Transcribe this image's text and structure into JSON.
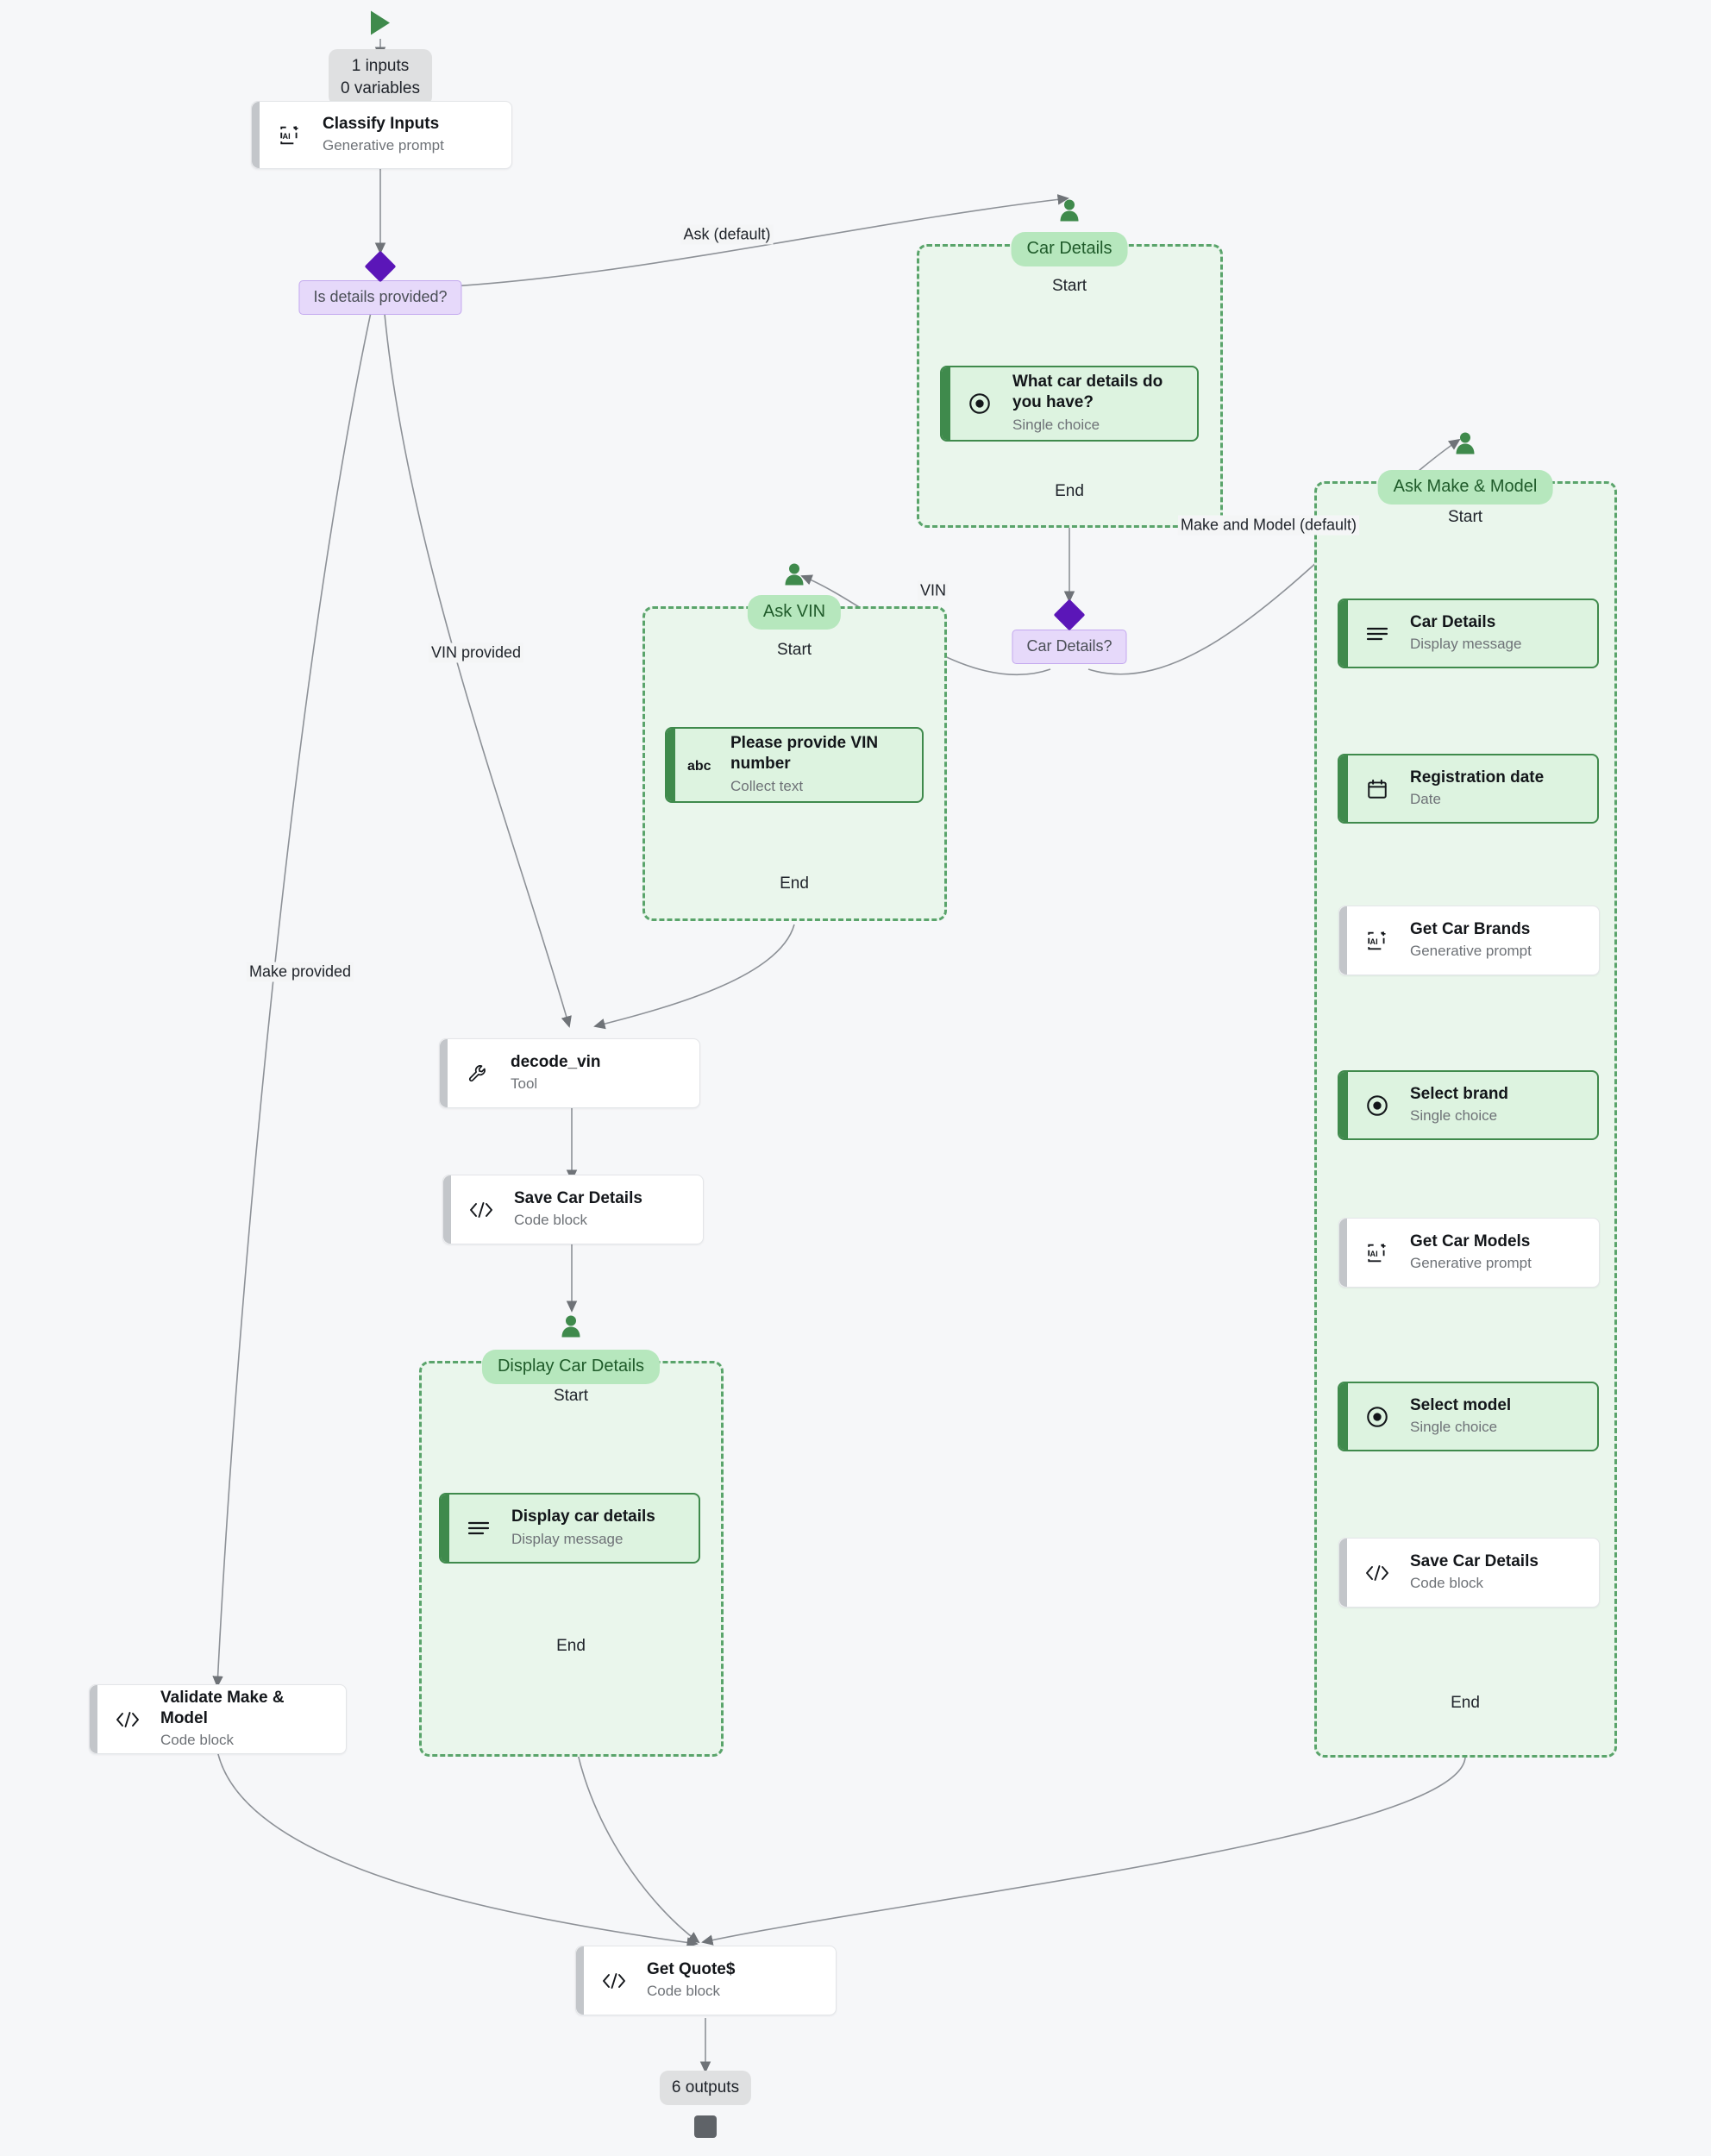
{
  "diagram": {
    "title": "Car insurance quote conversational workflow",
    "type": "flowchart",
    "background_color": "#f6f7f9",
    "accent_colors": {
      "subgraph_fill": "#eaf6ec",
      "subgraph_border": "#5aa46b",
      "subgraph_title_pill": "#b6e7bd",
      "user_node_fill": "#ddf3e0",
      "user_node_border": "#3f8a4c",
      "logic_node_fill": "#ffffff",
      "logic_node_bar": "#c3c6ca",
      "decision_diamond": "#5b16b8",
      "decision_pill": "#e6d9fa",
      "start_flag": "#3f8a4c",
      "end_square": "#5f6368",
      "edge": "#8d9197"
    }
  },
  "terminals": {
    "start_icon": "play-triangle-icon",
    "inputs_chip": "1 inputs\n0 variables",
    "outputs_chip": "6 outputs",
    "end_icon": "stop-square-icon"
  },
  "nodes": [
    {
      "id": "classify_inputs",
      "title": "Classify Inputs",
      "subtitle": "Generative prompt",
      "icon": "ai-prompt-icon",
      "style": "plain"
    },
    {
      "id": "decode_vin",
      "title": "decode_vin",
      "subtitle": "Tool",
      "icon": "wrench-icon",
      "style": "plain"
    },
    {
      "id": "save_car_details",
      "title": "Save Car Details",
      "subtitle": "Code block",
      "icon": "code-icon",
      "style": "plain"
    },
    {
      "id": "validate_mm",
      "title": "Validate Make & Model",
      "subtitle": "Code block",
      "icon": "code-icon",
      "style": "plain"
    },
    {
      "id": "get_quote",
      "title": "Get Quote$",
      "subtitle": "Code block",
      "icon": "code-icon",
      "style": "plain"
    },
    {
      "id": "what_car_details",
      "title": "What car details do you have?",
      "subtitle": "Single choice",
      "icon": "radio-button-icon",
      "style": "green"
    },
    {
      "id": "please_vin",
      "title": "Please provide VIN number",
      "subtitle": "Collect text",
      "icon": "abc-icon",
      "style": "green"
    },
    {
      "id": "display_details",
      "title": "Display car details",
      "subtitle": "Display message",
      "icon": "lines-icon",
      "style": "green"
    },
    {
      "id": "mm_car_details",
      "title": "Car Details",
      "subtitle": "Display message",
      "icon": "lines-icon",
      "style": "green"
    },
    {
      "id": "reg_date",
      "title": "Registration date",
      "subtitle": "Date",
      "icon": "calendar-icon",
      "style": "green"
    },
    {
      "id": "get_brands",
      "title": "Get Car Brands",
      "subtitle": "Generative prompt",
      "icon": "ai-prompt-icon",
      "style": "plain"
    },
    {
      "id": "select_brand",
      "title": "Select brand",
      "subtitle": "Single choice",
      "icon": "radio-button-icon",
      "style": "green"
    },
    {
      "id": "get_models",
      "title": "Get Car Models",
      "subtitle": "Generative prompt",
      "icon": "ai-prompt-icon",
      "style": "plain"
    },
    {
      "id": "select_model",
      "title": "Select model",
      "subtitle": "Single choice",
      "icon": "radio-button-icon",
      "style": "green"
    },
    {
      "id": "mm_save_details",
      "title": "Save Car Details",
      "subtitle": "Code block",
      "icon": "code-icon",
      "style": "plain"
    }
  ],
  "decisions": [
    {
      "id": "is_details_provided",
      "label": "Is details provided?"
    },
    {
      "id": "car_details_q",
      "label": "Car Details?"
    }
  ],
  "subgraphs": [
    {
      "id": "car_details_sg",
      "title": "Car Details",
      "start_label": "Start",
      "end_label": "End",
      "icon": "user-icon"
    },
    {
      "id": "ask_vin_sg",
      "title": "Ask VIN",
      "start_label": "Start",
      "end_label": "End",
      "icon": "user-icon"
    },
    {
      "id": "ask_make_model_sg",
      "title": "Ask Make & Model",
      "start_label": "Start",
      "end_label": "End",
      "icon": "user-icon"
    },
    {
      "id": "display_sg",
      "title": "Display Car Details",
      "start_label": "Start",
      "end_label": "End",
      "icon": "user-icon"
    }
  ],
  "edge_labels": [
    {
      "id": "ask_default",
      "text": "Ask (default)"
    },
    {
      "id": "vin_provided",
      "text": "VIN provided"
    },
    {
      "id": "make_provided",
      "text": "Make provided"
    },
    {
      "id": "vin",
      "text": "VIN"
    },
    {
      "id": "mm_default",
      "text": "Make and Model (default)"
    }
  ]
}
